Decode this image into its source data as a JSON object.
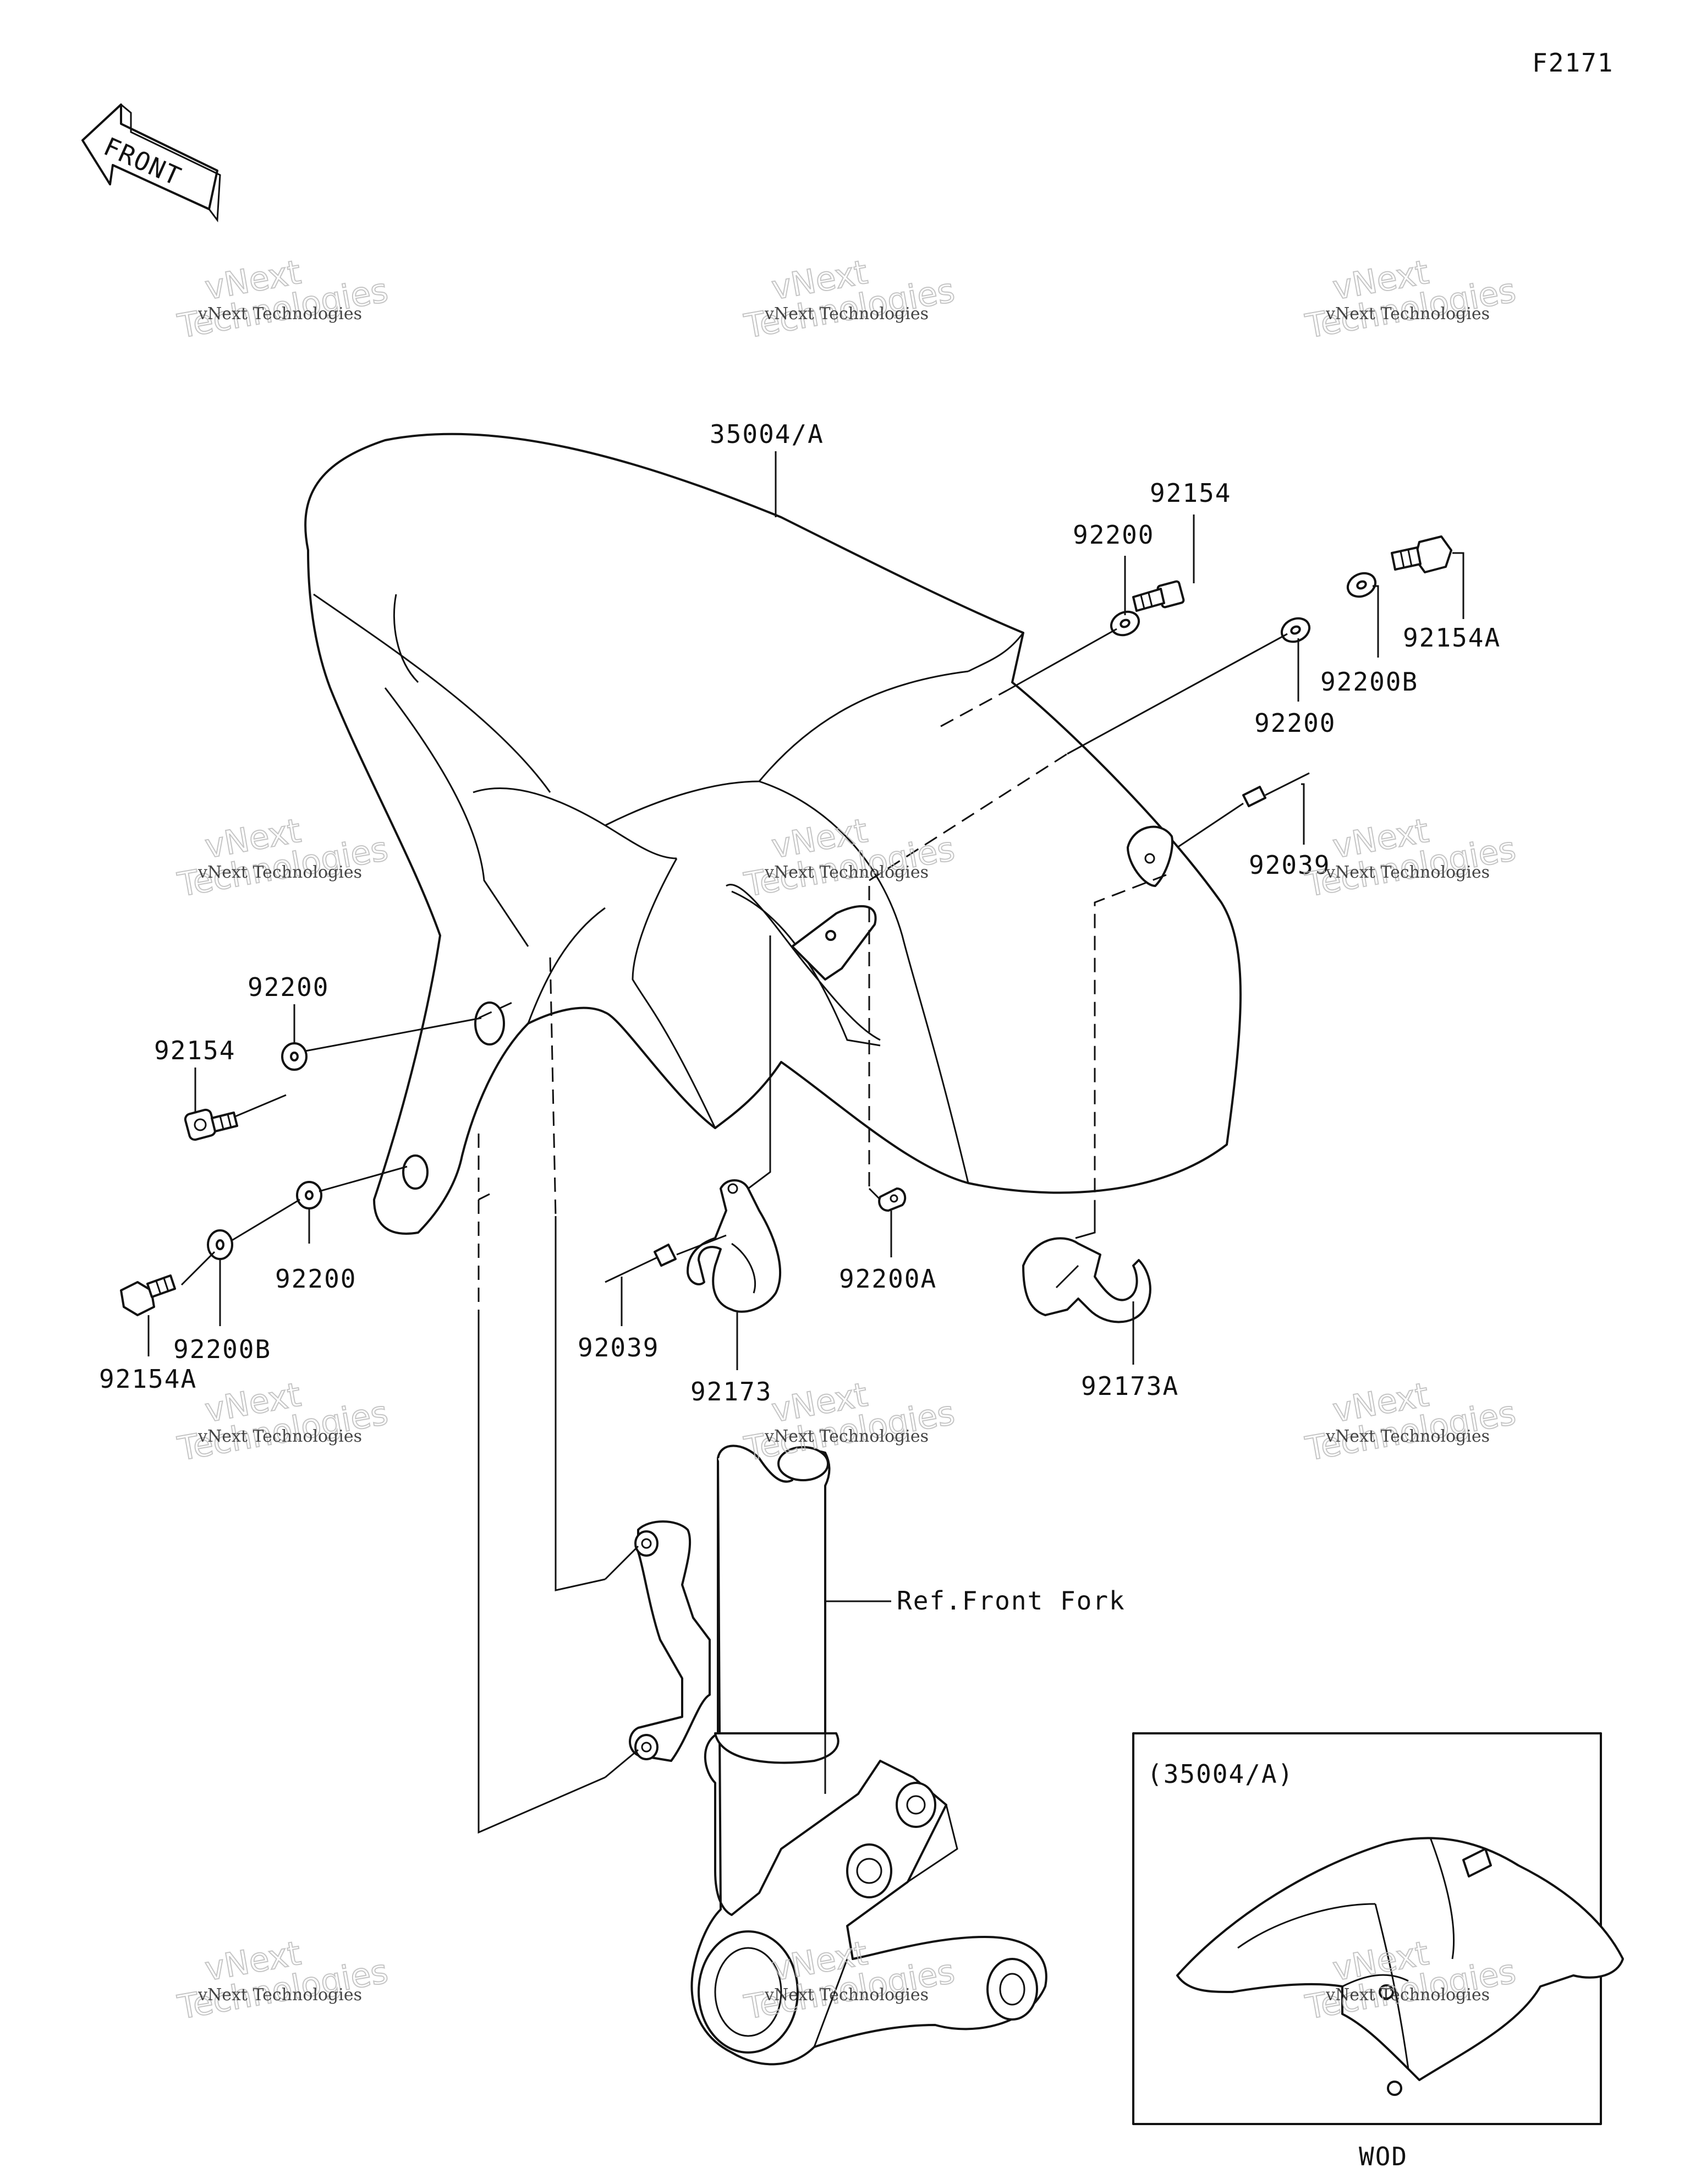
{
  "diagram_id": "F2171",
  "front_indicator": "FRONT",
  "parts": {
    "fender": "35004/A",
    "bolt_upper": "92154",
    "washer_upper": "92200",
    "bolt_right": "92154A",
    "washer_right_b": "92200B",
    "washer_right": "92200",
    "rivet_right": "92039",
    "washer_left_upper": "92200",
    "bolt_left": "92154",
    "washer_left_lower": "92200",
    "washer_left_b": "92200B",
    "bolt_left_a": "92154A",
    "rivet_left": "92039",
    "clamp": "92173",
    "washer_a": "92200A",
    "clamp_a": "92173A",
    "ref_fork": "Ref.Front Fork"
  },
  "inset": {
    "title": "(35004/A)",
    "caption": "WOD"
  },
  "watermark": {
    "small": "vNext Technologies",
    "large_top": "vNext",
    "large_bottom": "Technologies"
  }
}
